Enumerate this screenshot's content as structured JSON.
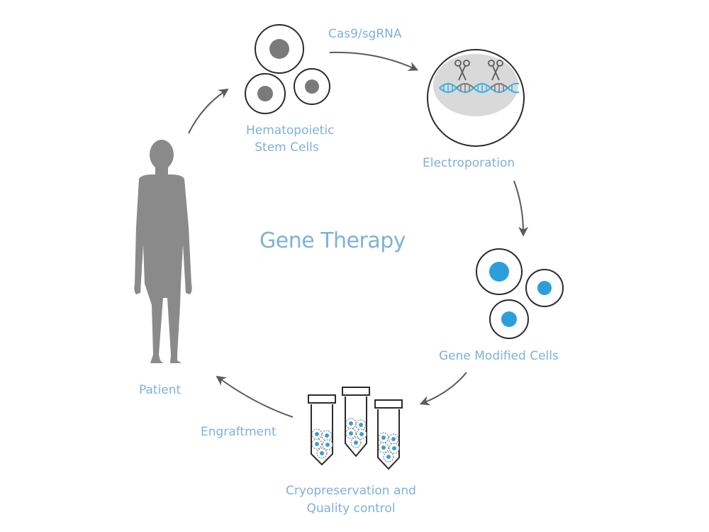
{
  "diagram": {
    "title": "Gene Therapy",
    "colors": {
      "label": "#7fb1d8",
      "cell_outline": "#2b2b2b",
      "stem_nucleus": "#7a7a7a",
      "modified_nucleus": "#2a9fdc",
      "patient": "#8a8a8a",
      "arrow": "#5a5a5a",
      "electroporation_fill": "#d9d9d9",
      "dna_blue": "#3ab0e2",
      "dna_gray": "#7a7a7a"
    },
    "steps": [
      {
        "id": "patient",
        "label": "Patient"
      },
      {
        "id": "hsc",
        "label_line1": "Hematopoietic",
        "label_line2": "Stem Cells"
      },
      {
        "id": "editing",
        "label": "Cas9/sgRNA"
      },
      {
        "id": "electroporation",
        "label": "Electroporation"
      },
      {
        "id": "modified",
        "label": "Gene Modified Cells"
      },
      {
        "id": "cryo",
        "label_line1": "Cryopreservation and",
        "label_line2": "Quality control"
      },
      {
        "id": "engraftment",
        "label": "Engraftment"
      }
    ]
  }
}
